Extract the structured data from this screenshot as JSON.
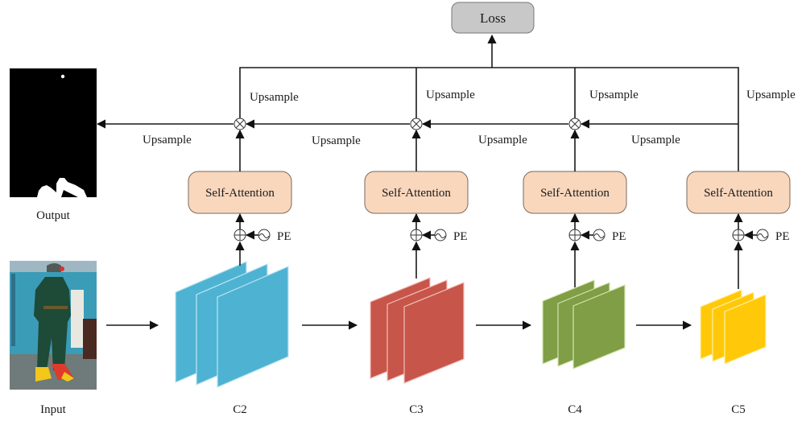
{
  "diagram": {
    "loss": {
      "label": "Loss",
      "color": "#c8c8c8"
    },
    "output": {
      "label": "Output"
    },
    "input": {
      "label": "Input"
    },
    "upsample_label": "Upsample",
    "upsample_top_labels": [
      "Upsample",
      "Upsample",
      "Upsample",
      "Upsample"
    ],
    "upsample_mid_labels": [
      "Upsample",
      "Upsample",
      "Upsample",
      "Upsample"
    ],
    "attention": {
      "label": "Self-Attention",
      "fill": "#f9d7bd",
      "stroke": "#7a6a5e"
    },
    "pe_label": "PE",
    "stages": [
      {
        "name": "C2",
        "label": "C2",
        "color": "#4eb3d3",
        "edge": "#bfe6f2"
      },
      {
        "name": "C3",
        "label": "C3",
        "color": "#c8554a",
        "edge": "#f0c0ba"
      },
      {
        "name": "C4",
        "label": "C4",
        "color": "#7f9e45",
        "edge": "#d4e6b0"
      },
      {
        "name": "C5",
        "label": "C5",
        "color": "#ffc90a",
        "edge": "#fff0a8"
      }
    ],
    "symbols": {
      "multiply": "multiply-node",
      "add": "add-node",
      "positional_encoding": "sine-wave-source"
    }
  }
}
